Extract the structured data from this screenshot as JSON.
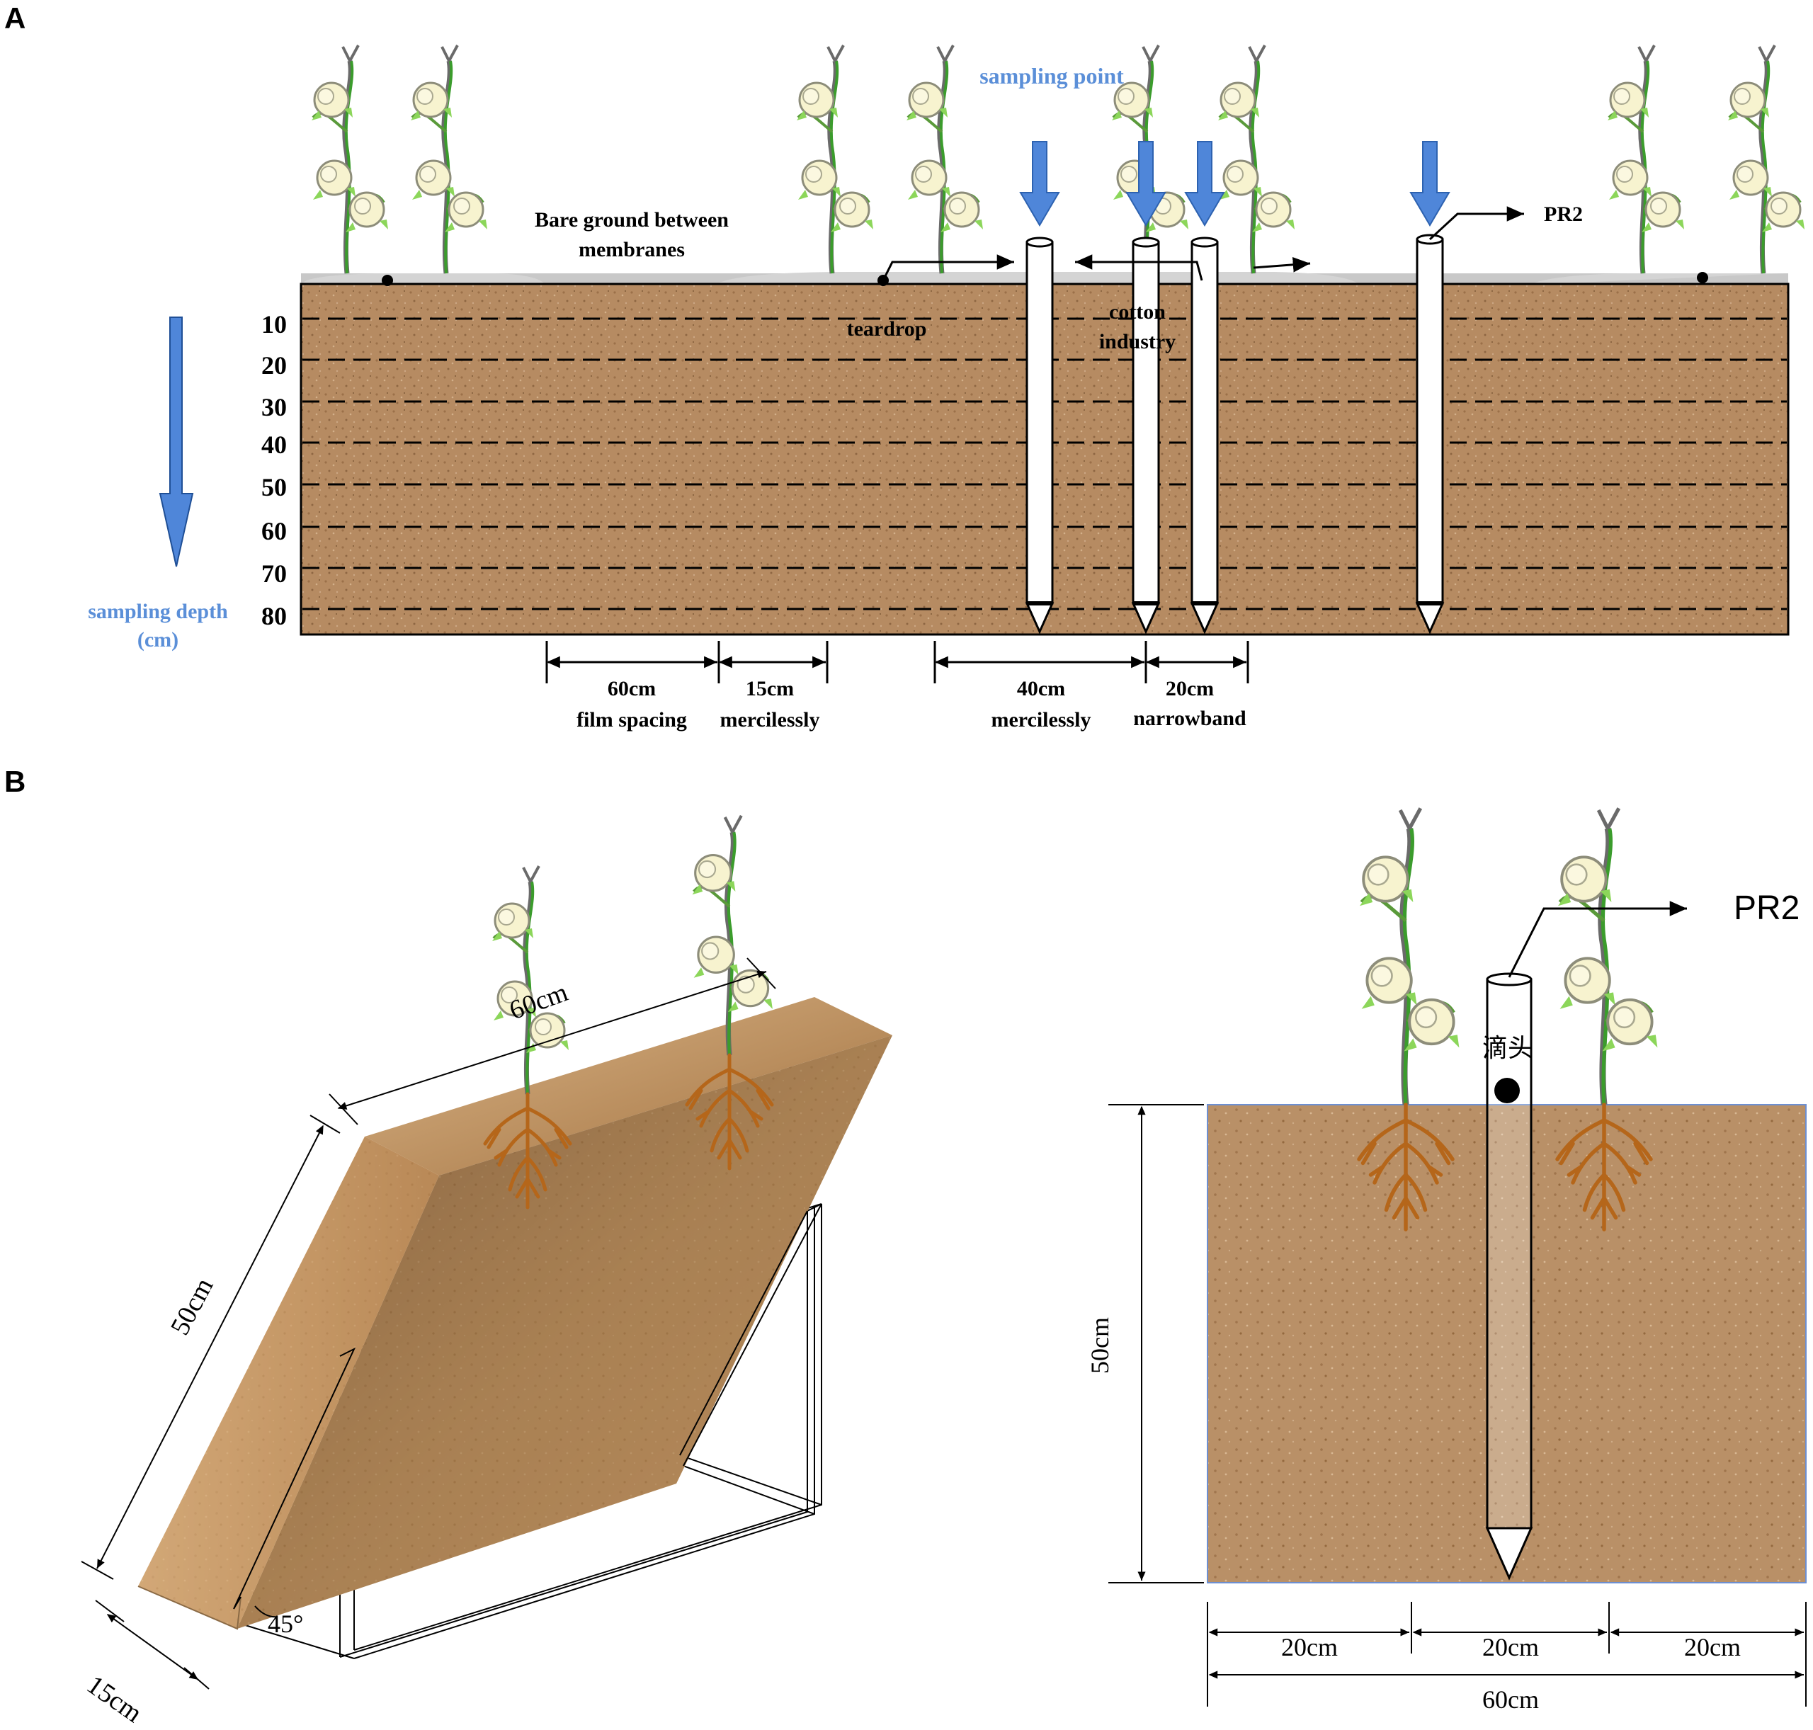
{
  "panel_a": {
    "label": "A",
    "sampling_point": "sampling point",
    "bare_ground_line1": "Bare ground between",
    "bare_ground_line2": "membranes",
    "pr2": "PR2",
    "teardrop": "teardrop",
    "cotton_line1": "cotton",
    "cotton_line2": "industry",
    "depths": [
      "10",
      "20",
      "30",
      "40",
      "50",
      "60",
      "70",
      "80"
    ],
    "sampling_depth_line1": "sampling depth",
    "sampling_depth_line2": "(cm)",
    "dims": [
      {
        "value": "60cm",
        "desc": "film spacing"
      },
      {
        "value": "15cm",
        "desc": "mercilessly"
      },
      {
        "value": "40cm",
        "desc": "mercilessly"
      },
      {
        "value": "20cm",
        "desc": "narrowband"
      }
    ]
  },
  "panel_b": {
    "label": "B",
    "left_top_dim": "60cm",
    "left_side_dim": "50cm",
    "left_bottom_dim": "15cm",
    "angle": "45°",
    "right_pr2": "PR2",
    "dripper": "滴头",
    "right_height_dim": "50cm",
    "right_segments": [
      "20cm",
      "20cm",
      "20cm"
    ],
    "right_total": "60cm"
  },
  "colors": {
    "soil": "#b58a60",
    "soil_dark": "#8a5f3a",
    "accent_blue": "#5b8fd8",
    "film": "#c8c8c8",
    "stem": "#3a9a2a",
    "boll": "#f6f3cc",
    "root": "#b56a1c"
  }
}
